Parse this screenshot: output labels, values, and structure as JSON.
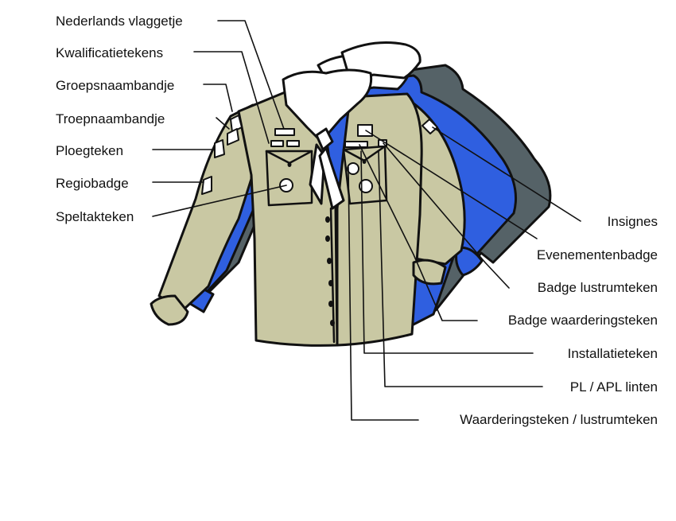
{
  "colors": {
    "khaki": "#c9c8a3",
    "blue": "#2f5fe0",
    "grey": "#556267",
    "white": "#ffffff",
    "outline": "#111111"
  },
  "labels": {
    "nederlands_vlaggetje": "Nederlands vlaggetje",
    "kwalificatietekens": "Kwalificatietekens",
    "groepsnaambandje": "Groepsnaambandje",
    "troepnaambandje": "Troepnaambandje",
    "ploegteken": "Ploegteken",
    "regiobadge": "Regiobadge",
    "speltakteken": "Speltakteken",
    "insignes": "Insignes",
    "evenementenbadge": "Evenementenbadge",
    "badge_lustrumteken": "Badge lustrumteken",
    "badge_waarderingsteken": "Badge waarderingsteken",
    "installatieteken": "Installatieteken",
    "pl_apl_linten": "PL / APL linten",
    "waarderingsteken_lustrumteken": "Waarderingsteken / lustrumteken"
  }
}
